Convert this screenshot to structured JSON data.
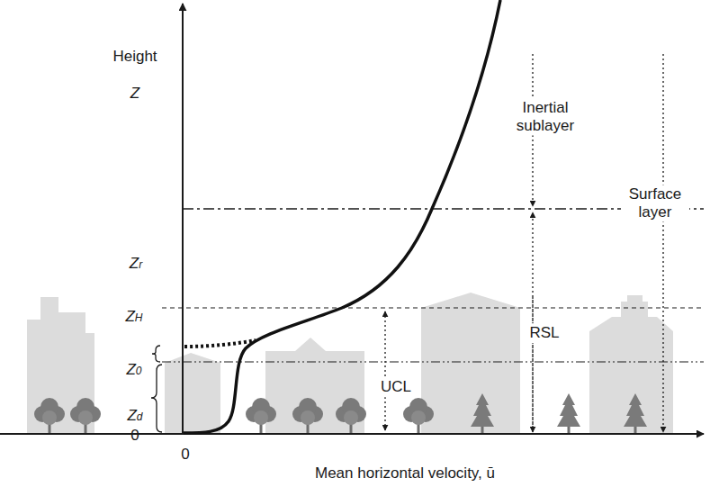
{
  "diagram": {
    "labels": [
      "Height",
      "Z",
      "Zr",
      "ZH",
      "Z0",
      "Zd",
      "0",
      "0",
      "Mean horizontal velocity, ū",
      "Inertial sublayer",
      "Surface layer",
      "RSL",
      "UCL"
    ]
  }
}
